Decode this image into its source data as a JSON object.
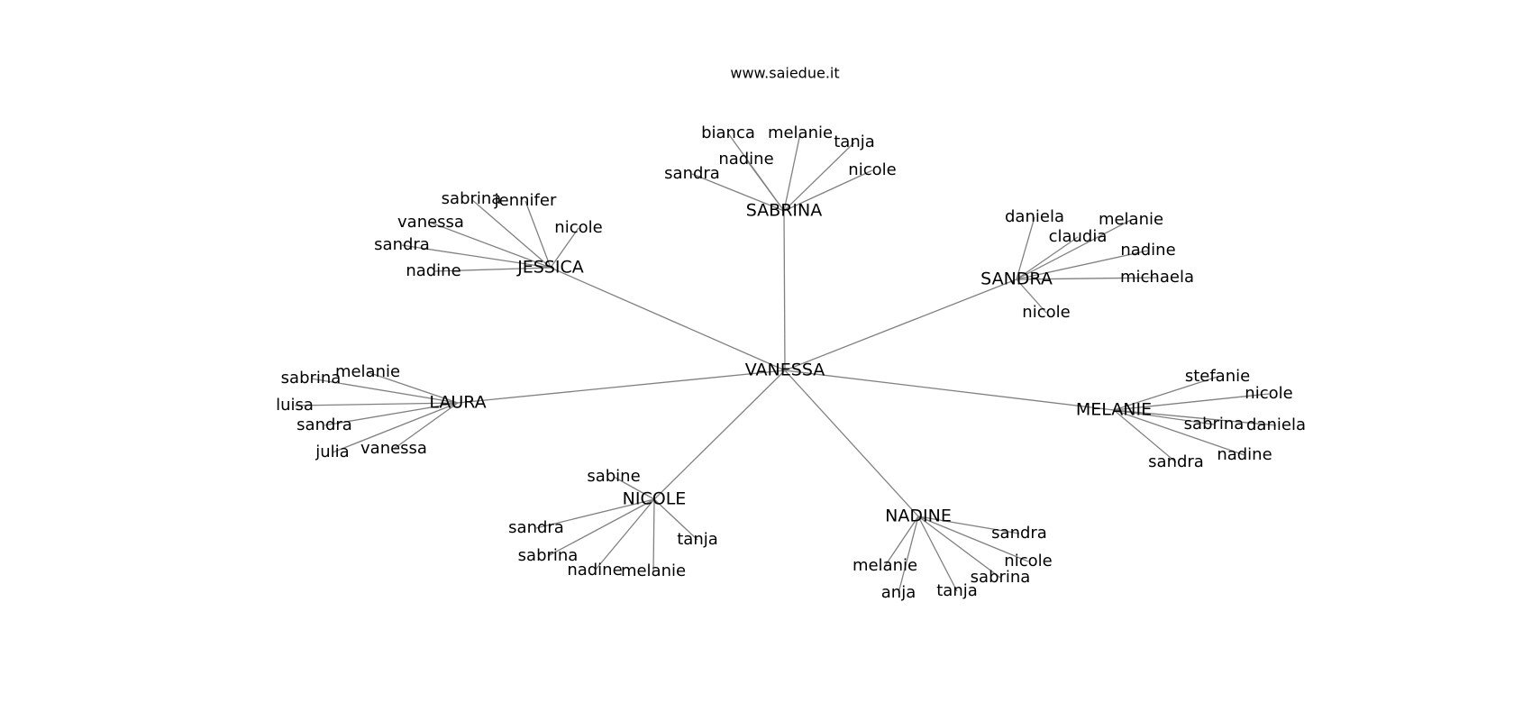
{
  "title": "www.saiedue.it",
  "colors": {
    "edge": "#808080",
    "text": "#000000",
    "background": "#ffffff"
  },
  "root": "VANESSA",
  "hubs": [
    {
      "id": "sabrina-hub",
      "label": "SABRINA",
      "children": [
        "bianca",
        "melanie",
        "tanja",
        "nadine",
        "nicole",
        "sandra"
      ]
    },
    {
      "id": "jessica-hub",
      "label": "JESSICA",
      "children": [
        "sabrina",
        "jennifer",
        "vanessa",
        "nicole",
        "sandra",
        "nadine"
      ]
    },
    {
      "id": "sandra-hub",
      "label": "SANDRA",
      "children": [
        "daniela",
        "melanie",
        "claudia",
        "nadine",
        "michaela",
        "nicole"
      ]
    },
    {
      "id": "laura-hub",
      "label": "LAURA",
      "children": [
        "sabrina",
        "melanie",
        "luisa",
        "sandra",
        "julia",
        "vanessa"
      ]
    },
    {
      "id": "melanie-hub",
      "label": "MELANIE",
      "children": [
        "stefanie",
        "nicole",
        "sabrina",
        "daniela",
        "sandra",
        "nadine"
      ]
    },
    {
      "id": "nicole-hub",
      "label": "NICOLE",
      "children": [
        "sabine",
        "sandra",
        "tanja",
        "sabrina",
        "nadine",
        "melanie"
      ]
    },
    {
      "id": "nadine-hub",
      "label": "NADINE",
      "children": [
        "sandra",
        "nicole",
        "melanie",
        "sabrina",
        "anja",
        "tanja"
      ]
    }
  ]
}
